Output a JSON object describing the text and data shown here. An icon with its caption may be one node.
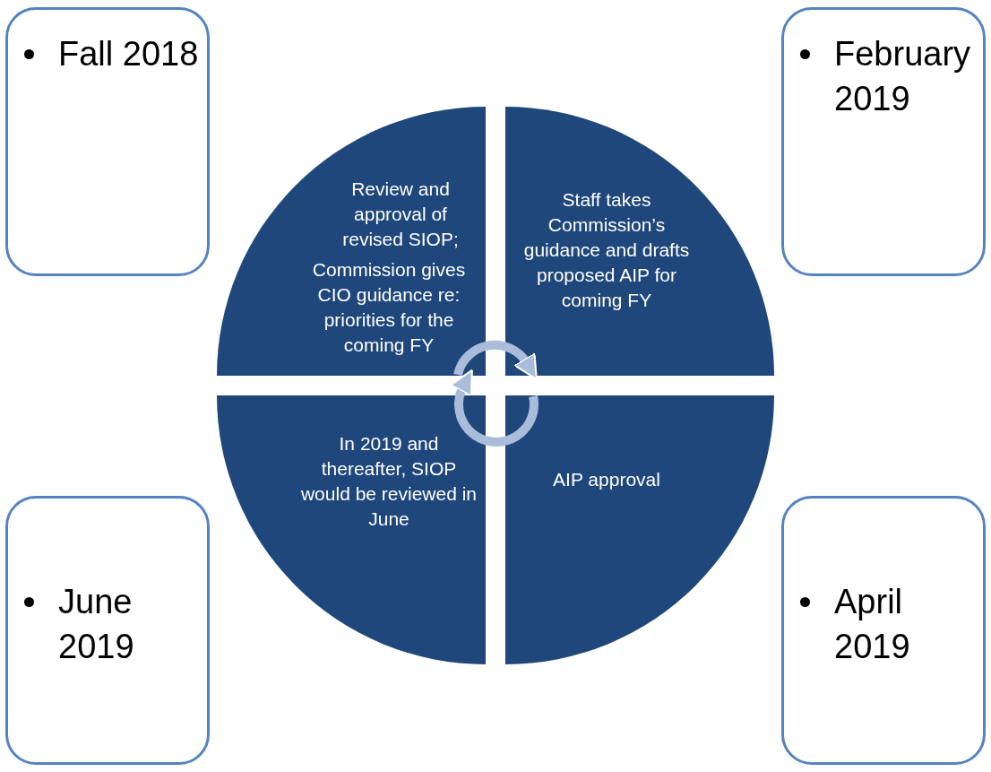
{
  "diagram": {
    "nodes": [
      {
        "text": [
          "Fall 2018"
        ]
      },
      {
        "text": [
          "February 2019"
        ]
      },
      {
        "text": [
          "Review and approval of revised SIOP;",
          "Commission gives CIO guidance re: priorities for the coming FY"
        ]
      },
      {
        "text": [
          "Staff takes Commission’s guidance and drafts proposed AIP for coming FY"
        ]
      },
      {
        "text": [
          "In 2019 and thereafter, SIOP would be reviewed in June"
        ]
      },
      {
        "text": [
          "AIP approval"
        ]
      },
      {
        "text": [
          "June 2019"
        ]
      },
      {
        "text": [
          "April 2019"
        ]
      }
    ],
    "edges": [
      {
        "from": 2,
        "to": 3,
        "arrow": "to"
      },
      {
        "from": 5,
        "to": 4,
        "arrow": "to"
      }
    ]
  }
}
